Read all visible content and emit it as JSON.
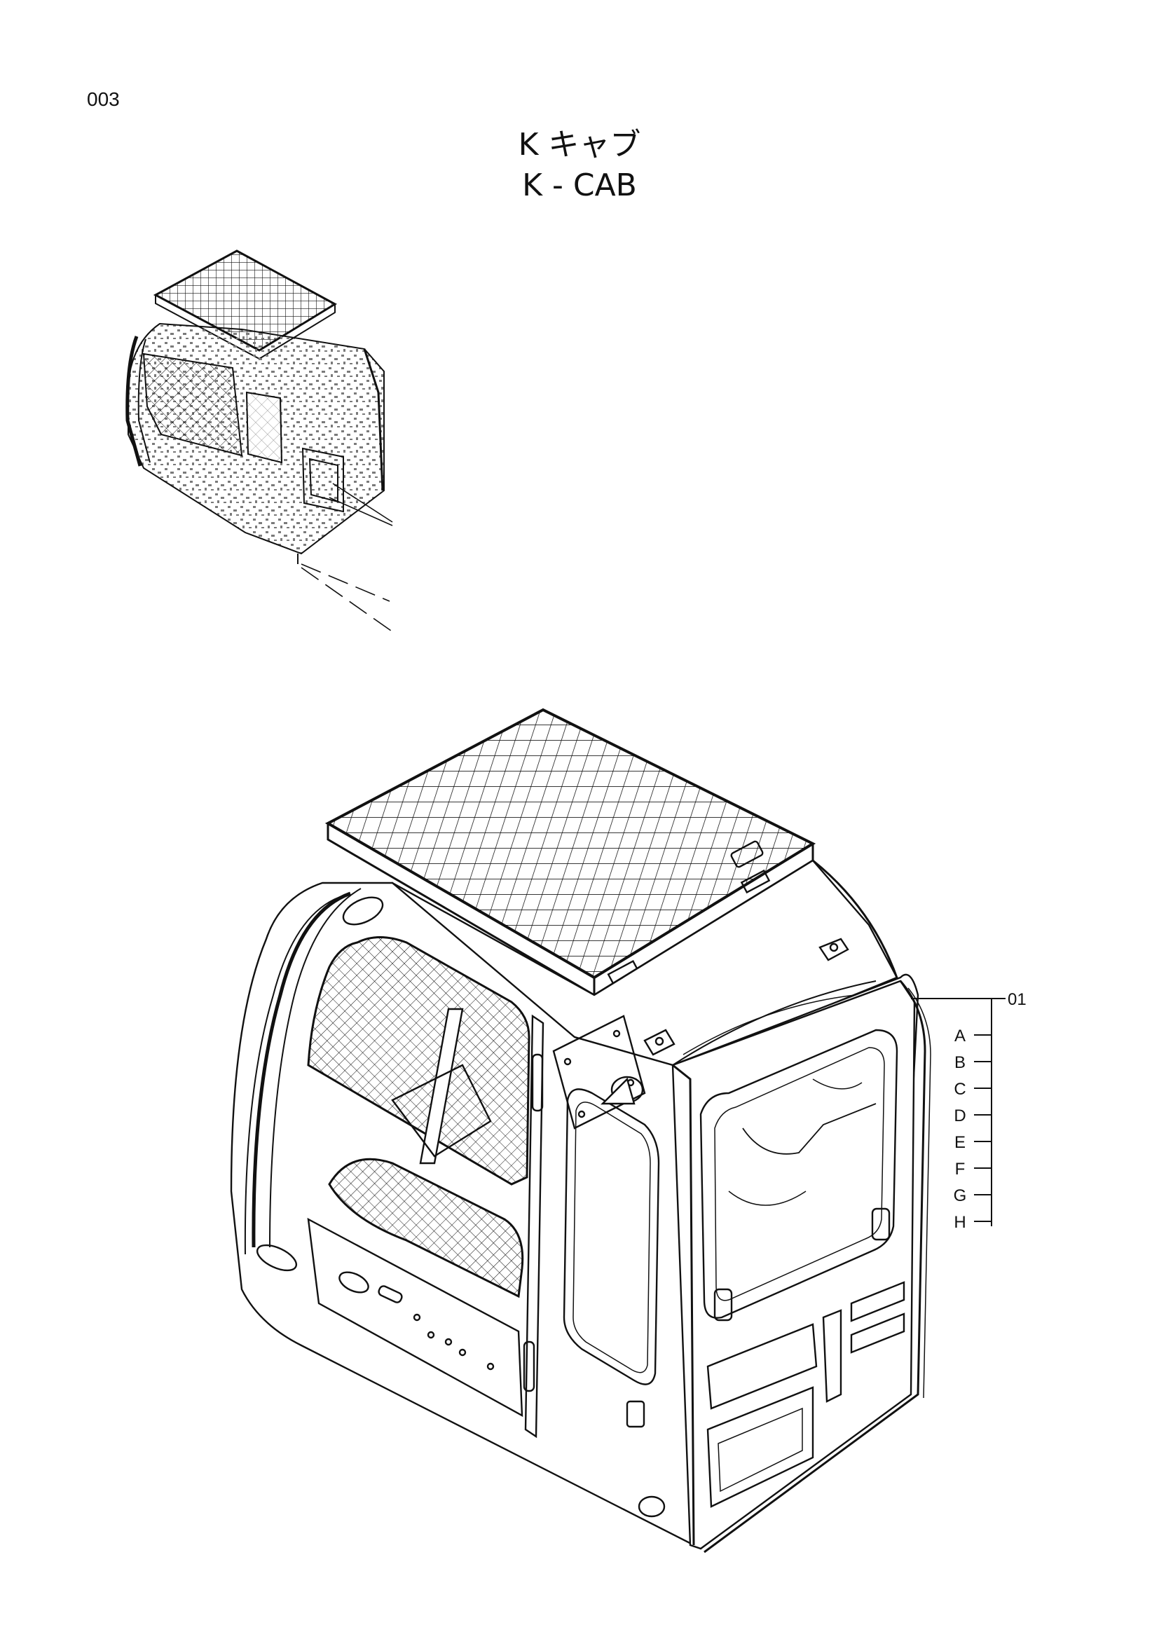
{
  "page": {
    "number": "003"
  },
  "title": {
    "japanese": "K キャブ",
    "english": "K - CAB"
  },
  "callouts": {
    "main_part": "01",
    "sub_parts": [
      "A",
      "B",
      "C",
      "D",
      "E",
      "F",
      "G",
      "H"
    ]
  },
  "colors": {
    "line": "#111111",
    "background": "#ffffff",
    "speckle": "#7a7a7a"
  }
}
